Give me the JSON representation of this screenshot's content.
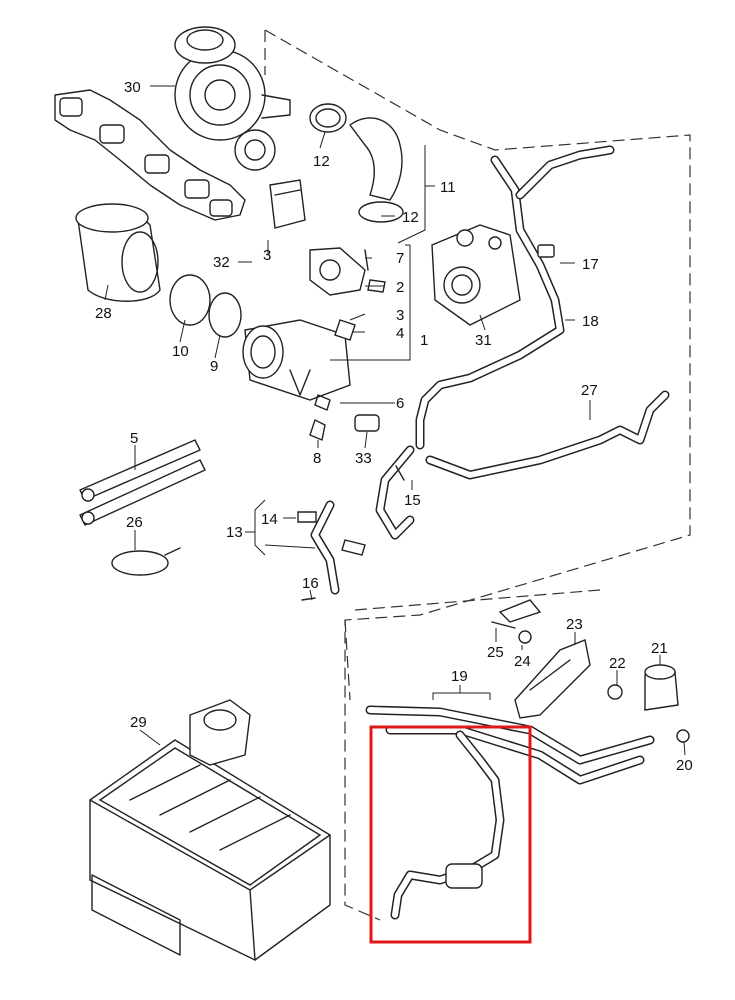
{
  "callouts": [
    {
      "id": "c1",
      "text": "1"
    },
    {
      "id": "c2",
      "text": "2"
    },
    {
      "id": "c3a",
      "text": "3"
    },
    {
      "id": "c3b",
      "text": "3"
    },
    {
      "id": "c4",
      "text": "4"
    },
    {
      "id": "c5",
      "text": "5"
    },
    {
      "id": "c6",
      "text": "6"
    },
    {
      "id": "c7",
      "text": "7"
    },
    {
      "id": "c8",
      "text": "8"
    },
    {
      "id": "c9",
      "text": "9"
    },
    {
      "id": "c10",
      "text": "10"
    },
    {
      "id": "c11",
      "text": "11"
    },
    {
      "id": "c12a",
      "text": "12"
    },
    {
      "id": "c12b",
      "text": "12"
    },
    {
      "id": "c13",
      "text": "13"
    },
    {
      "id": "c14",
      "text": "14"
    },
    {
      "id": "c15",
      "text": "15"
    },
    {
      "id": "c16",
      "text": "16"
    },
    {
      "id": "c17",
      "text": "17"
    },
    {
      "id": "c18",
      "text": "18"
    },
    {
      "id": "c19",
      "text": "19"
    },
    {
      "id": "c20",
      "text": "20"
    },
    {
      "id": "c21",
      "text": "21"
    },
    {
      "id": "c22",
      "text": "22"
    },
    {
      "id": "c23",
      "text": "23"
    },
    {
      "id": "c24",
      "text": "24"
    },
    {
      "id": "c25",
      "text": "25"
    },
    {
      "id": "c26",
      "text": "26"
    },
    {
      "id": "c27",
      "text": "27"
    },
    {
      "id": "c28",
      "text": "28"
    },
    {
      "id": "c29",
      "text": "29"
    },
    {
      "id": "c30",
      "text": "30"
    },
    {
      "id": "c31",
      "text": "31"
    },
    {
      "id": "c32",
      "text": "32"
    },
    {
      "id": "c33",
      "text": "33"
    }
  ],
  "highlight": {
    "color": "#e01818"
  }
}
